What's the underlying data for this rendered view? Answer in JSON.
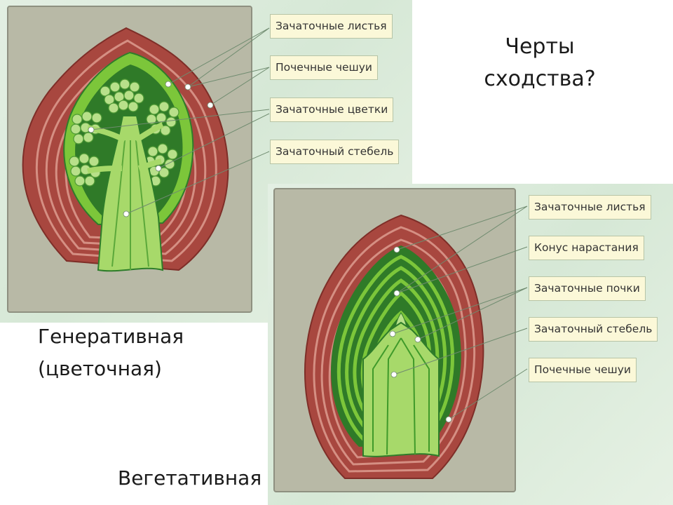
{
  "question": [
    "Черты",
    "сходства?"
  ],
  "generative": {
    "title": "Генеративная",
    "subtitle": "(цветочная)",
    "labels": [
      "Зачаточные листья",
      "Почечные чешуи",
      "Зачаточные цветки",
      "Зачаточный стебель"
    ]
  },
  "vegetative": {
    "title": "Вегетативная",
    "labels": [
      "Зачаточные листья",
      "Конус нарастания",
      "Зачаточные почки",
      "Зачаточный стебель",
      "Почечные чешуи"
    ]
  },
  "colors": {
    "scale_red": "#a8473f",
    "scale_light": "#d58f83",
    "leaf_green": "#7cc63a",
    "dark_green": "#1f6b1f",
    "stem_light": "#a7d96a",
    "label_bg": "#fbf8d8",
    "panel_bg": "#dcebdb",
    "frame_gray": "#b8b9a6"
  }
}
